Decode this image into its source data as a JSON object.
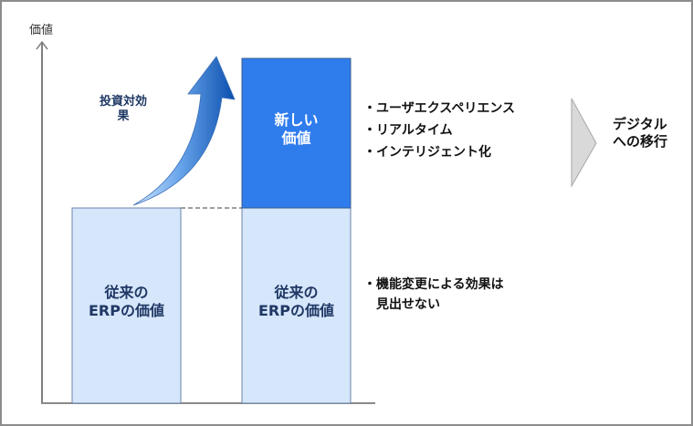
{
  "axis": {
    "y_label": "価値"
  },
  "arrow": {
    "label_line1": "投資対効",
    "label_line2": "果"
  },
  "bars": {
    "legacy_left": {
      "line1": "従来の",
      "line2": "ERPの価値"
    },
    "new_value": {
      "line1": "新しい",
      "line2": "価値"
    },
    "legacy_right": {
      "line1": "従来の",
      "line2": "ERPの価値"
    }
  },
  "bullets_new": [
    "・ユーザエクスペリエンス",
    "・リアルタイム",
    "・インテリジェント化"
  ],
  "bullets_legacy": {
    "line1": "・機能変更による効果は",
    "line2": "見出せない"
  },
  "transition": {
    "line1": "デジタル",
    "line2": "への移行"
  },
  "colors": {
    "legacy_fill": "#d6e6fb",
    "legacy_stroke": "#6b84a8",
    "new_fill": "#2f7ced",
    "arrow_dark": "#0a4fb0",
    "arrow_light": "#a9cdf6",
    "chevron_fill": "#d9d9d9",
    "axis": "#808080"
  }
}
